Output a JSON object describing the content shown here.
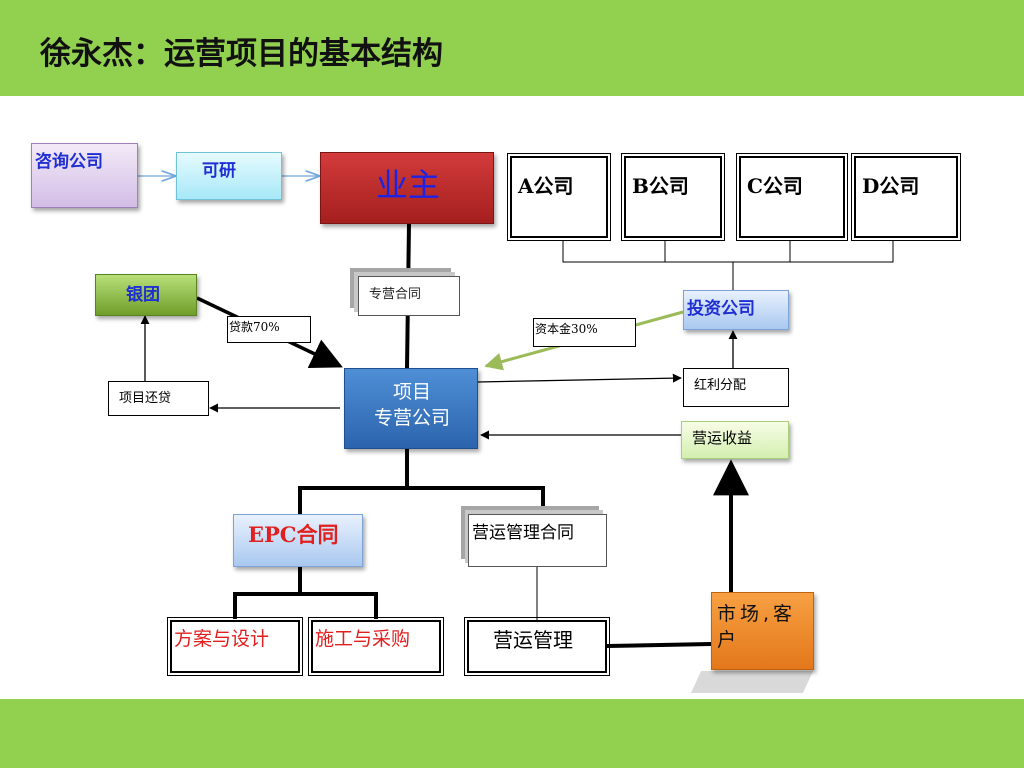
{
  "title": "徐永杰：运营项目的基本结构",
  "colors": {
    "band": "#92d050",
    "arrow_green": "#9bbb59"
  },
  "nodes": {
    "consult": "咨询公司",
    "feasibility": "可研",
    "owner": "业主",
    "company_a": "A公司",
    "company_b": "B公司",
    "company_c": "C公司",
    "company_d": "D公司",
    "bank": "银团",
    "concession_contract": "专营合同",
    "loan": "贷款70%",
    "capital": "资本金30%",
    "investment": "投资公司",
    "spv_line1": "项目",
    "spv_line2": "专营公司",
    "dividend": "红利分配",
    "repay": "项目还贷",
    "op_revenue": "营运收益",
    "epc": "EPC合同",
    "om_contract": "营运管理合同",
    "design": "方案与设计",
    "construction": "施工与采购",
    "operation": "营运管理",
    "market": "市场,客户"
  }
}
